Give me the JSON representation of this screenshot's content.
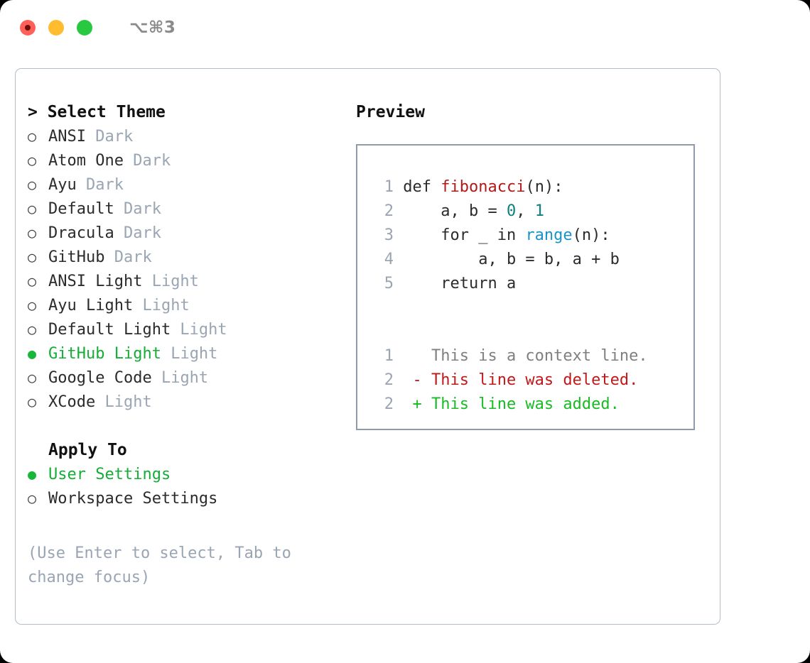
{
  "window": {
    "shortcut_label": "⌥⌘3",
    "traffic_lights": [
      {
        "name": "close",
        "color": "#ff6057"
      },
      {
        "name": "minimize",
        "color": "#febc2e"
      },
      {
        "name": "maximize",
        "color": "#28c840"
      }
    ]
  },
  "theme_selector": {
    "title": "> Select Theme",
    "items": [
      {
        "marker": "○",
        "label": "ANSI",
        "variant": "Dark",
        "selected": false
      },
      {
        "marker": "○",
        "label": "Atom One",
        "variant": "Dark",
        "selected": false
      },
      {
        "marker": "○",
        "label": "Ayu",
        "variant": "Dark",
        "selected": false
      },
      {
        "marker": "○",
        "label": "Default",
        "variant": "Dark",
        "selected": false
      },
      {
        "marker": "○",
        "label": "Dracula",
        "variant": "Dark",
        "selected": false
      },
      {
        "marker": "○",
        "label": "GitHub",
        "variant": "Dark",
        "selected": false
      },
      {
        "marker": "○",
        "label": "ANSI Light",
        "variant": "Light",
        "selected": false
      },
      {
        "marker": "○",
        "label": "Ayu Light",
        "variant": "Light",
        "selected": false
      },
      {
        "marker": "○",
        "label": "Default Light",
        "variant": "Light",
        "selected": false
      },
      {
        "marker": "●",
        "label": "GitHub Light",
        "variant": "Light",
        "selected": true
      },
      {
        "marker": "○",
        "label": "Google Code",
        "variant": "Light",
        "selected": false
      },
      {
        "marker": "○",
        "label": "XCode",
        "variant": "Light",
        "selected": false
      }
    ]
  },
  "apply_to": {
    "title": "Apply To",
    "items": [
      {
        "marker": "●",
        "label": "User Settings",
        "selected": true
      },
      {
        "marker": "○",
        "label": "Workspace Settings",
        "selected": false
      }
    ]
  },
  "hint": {
    "text": "(Use Enter to select, Tab to change focus)"
  },
  "preview": {
    "title": "Preview",
    "code_lines": [
      {
        "number": "1",
        "parts": [
          {
            "text": "def ",
            "token": "plain"
          },
          {
            "text": "fibonacci",
            "token": "function"
          },
          {
            "text": "(n):",
            "token": "plain"
          }
        ]
      },
      {
        "number": "2",
        "parts": [
          {
            "text": "    a, b = ",
            "token": "plain"
          },
          {
            "text": "0",
            "token": "number"
          },
          {
            "text": ", ",
            "token": "plain"
          },
          {
            "text": "1",
            "token": "number"
          }
        ]
      },
      {
        "number": "3",
        "parts": [
          {
            "text": "    for _ in ",
            "token": "plain"
          },
          {
            "text": "range",
            "token": "call"
          },
          {
            "text": "(n):",
            "token": "plain"
          }
        ]
      },
      {
        "number": "4",
        "parts": [
          {
            "text": "        a, b = b, a + b",
            "token": "plain"
          }
        ]
      },
      {
        "number": "5",
        "parts": [
          {
            "text": "    return a",
            "token": "plain"
          }
        ]
      }
    ],
    "diff_lines": [
      {
        "number": "1",
        "marker": " ",
        "text": "This is a context line.",
        "kind": "context"
      },
      {
        "number": "2",
        "marker": "-",
        "text": "This line was deleted.",
        "kind": "deleted"
      },
      {
        "number": "2",
        "marker": "+",
        "text": "This line was added.",
        "kind": "added"
      }
    ]
  },
  "colors": {
    "accent_green": "#14ad36",
    "muted": "#9aa5b4",
    "border": "#b4bdc8",
    "preview_border": "#8f9bab",
    "diff_added": "#17bb23",
    "diff_deleted": "#c01919",
    "syntax_function": "#b01a1a",
    "syntax_number": "#0d7f7f",
    "syntax_call": "#1a93c9"
  }
}
